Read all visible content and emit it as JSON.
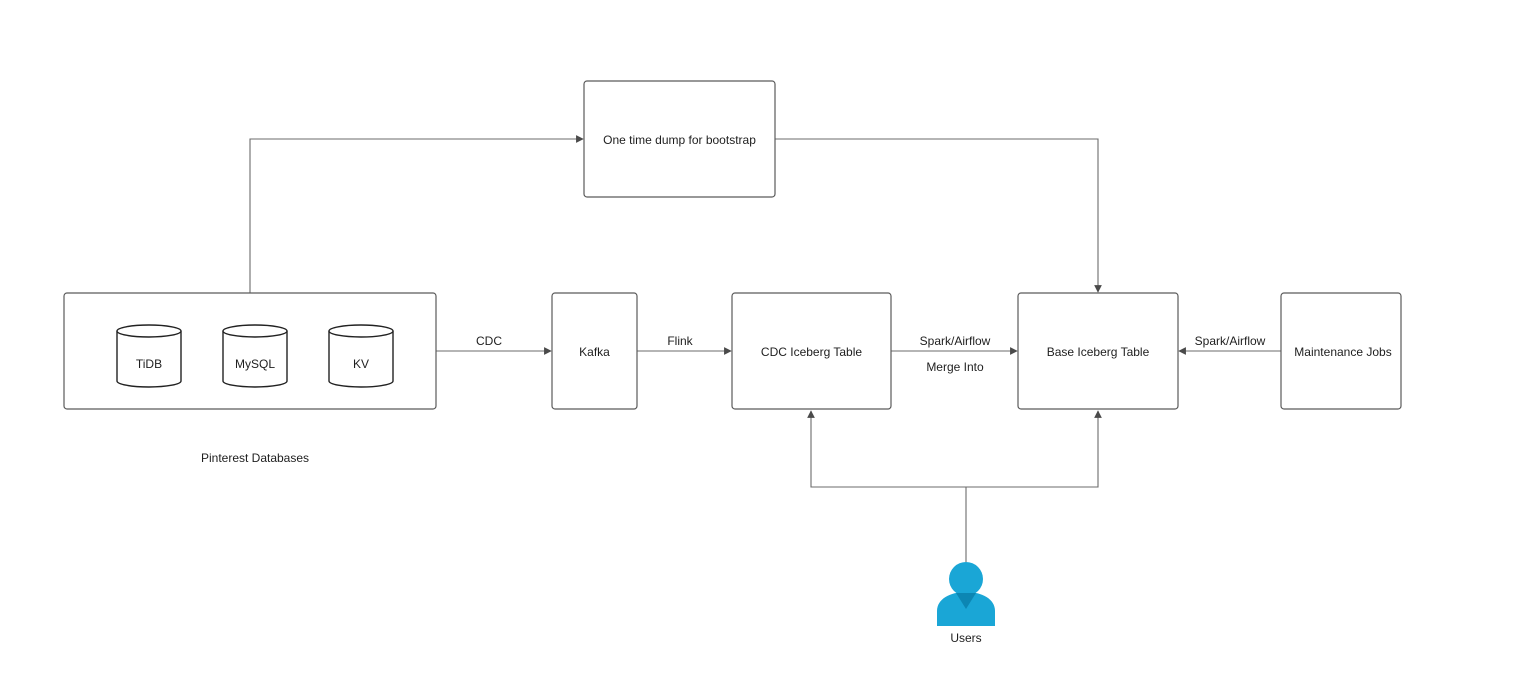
{
  "diagram": {
    "nodes": {
      "bootstrap": {
        "label": "One time dump for bootstrap"
      },
      "databases_group": {
        "label": "Pinterest Databases"
      },
      "tidb": {
        "label": "TiDB"
      },
      "mysql": {
        "label": "MySQL"
      },
      "kv": {
        "label": "KV"
      },
      "kafka": {
        "label": "Kafka"
      },
      "cdc_table": {
        "label": "CDC Iceberg Table"
      },
      "base_table": {
        "label": "Base Iceberg Table"
      },
      "maintenance": {
        "label": "Maintenance Jobs"
      },
      "users": {
        "label": "Users"
      }
    },
    "edges": {
      "cdc": {
        "label": "CDC"
      },
      "flink": {
        "label": "Flink"
      },
      "spark_merge": {
        "label": "Spark/Airflow",
        "sublabel": "Merge Into"
      },
      "spark_maint": {
        "label": "Spark/Airflow"
      }
    },
    "colors": {
      "user_icon": "#1aa6d6",
      "user_icon_dark": "#0c86b3",
      "stroke": "#5a5a5a"
    }
  }
}
